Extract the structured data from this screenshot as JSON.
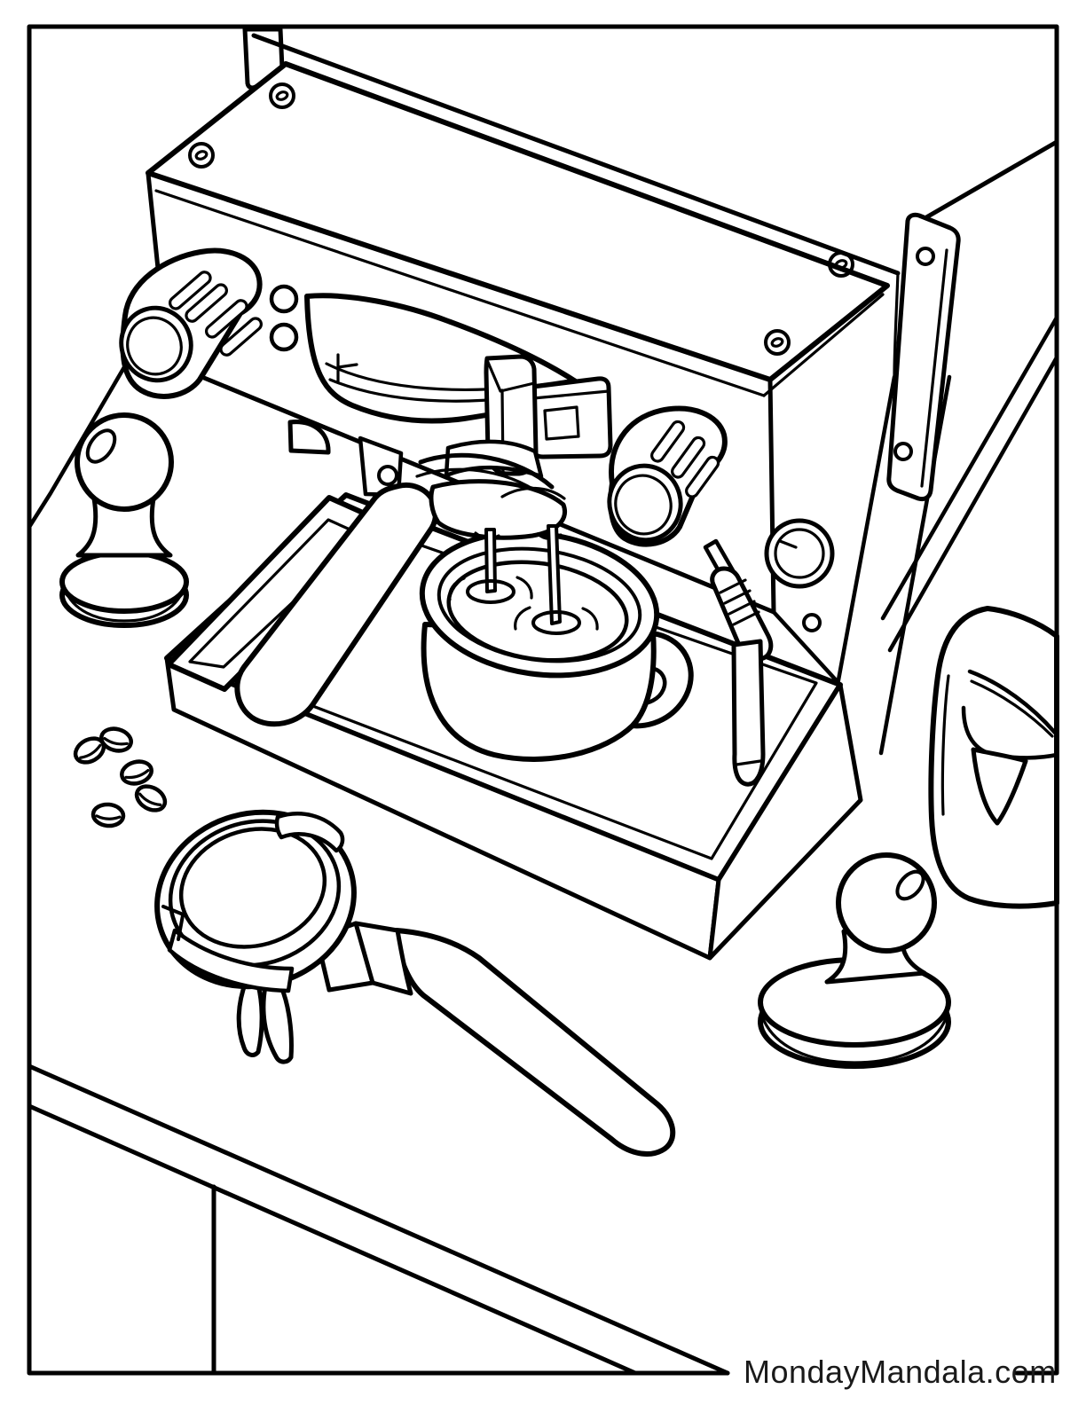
{
  "page": {
    "background": "#ffffff",
    "ink": "#000000",
    "watermark": "MondayMandala.com"
  },
  "scene": {
    "kind": "coloring-page-line-art",
    "subject": "Espresso machine brewing two streams of espresso into a cup on a drip tray",
    "elements": [
      "espresso-machine",
      "machine-top-lid",
      "lid-screws",
      "back-panel",
      "side-bracket",
      "left-steam-knob",
      "panel-buttons",
      "brew-lever",
      "brew-switch",
      "right-steam-knob",
      "pressure-gauge",
      "group-head",
      "attached-portafilter",
      "espresso-streams",
      "espresso-cup",
      "drip-tray",
      "drip-tray-grid",
      "steam-wand",
      "coffee-tamper-left",
      "coffee-tamper-right",
      "coffee-beans",
      "portafilter-with-handle",
      "milk-pitcher",
      "table-edges",
      "page-frame"
    ]
  }
}
